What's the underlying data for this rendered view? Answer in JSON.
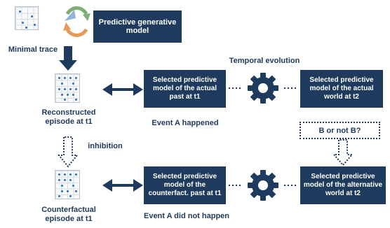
{
  "top": {
    "box_label": "Predictive generative model",
    "trace_label": "Minimal trace"
  },
  "temporal_label": "Temporal evolution",
  "row1": {
    "episode_label": "Reconstructed episode at t1",
    "model_past": "Selected predictive model of the actual past at t1",
    "model_world": "Selected predictive model of the actual world at t2",
    "event_label": "Event A happened"
  },
  "inhibition_label": "inhibition",
  "question_label": "B or not B?",
  "row2": {
    "episode_label": "Counterfactual episode at t1",
    "model_past": "Selected predictive model of the counterfact. past at t1",
    "model_world": "Selected predictive model of the alternative world at t2",
    "event_label": "Event A did not happen"
  },
  "colors": {
    "navy": "#1e3a5c",
    "dot": "#2a6fb8",
    "cycle_blue": "#8fb3d9",
    "cycle_green": "#7fae72",
    "cycle_orange": "#e69a5a"
  },
  "icons": [
    "grid-icon",
    "cycle-arrows-icon",
    "gear-icon",
    "double-arrow-icon",
    "down-arrow-icon",
    "dotted-arrow-icon"
  ]
}
